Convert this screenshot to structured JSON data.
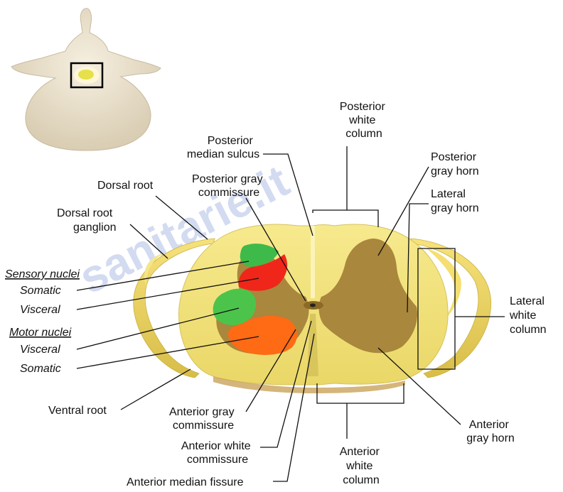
{
  "watermark": "sanitarie.it",
  "colors": {
    "white_matter": "#f2e27a",
    "gray_matter": "#a8853c",
    "somatic_sensory": "#3dba4a",
    "visceral_sensory": "#f0261a",
    "visceral_motor": "#4cc44c",
    "somatic_motor": "#ff6a14",
    "vertebra": "#efe4cf"
  },
  "labels": {
    "posterior_white_column": [
      "Posterior",
      "white",
      "column"
    ],
    "posterior_median_sulcus": [
      "Posterior",
      "median sulcus"
    ],
    "posterior_gray_commissure": [
      "Posterior gray",
      "commissure"
    ],
    "posterior_gray_horn": [
      "Posterior",
      "gray horn"
    ],
    "lateral_gray_horn": [
      "Lateral",
      "gray horn"
    ],
    "dorsal_root": "Dorsal root",
    "dorsal_root_ganglion": [
      "Dorsal root",
      "ganglion"
    ],
    "sensory_nuclei": "Sensory nuclei",
    "sensory_somatic": "Somatic",
    "sensory_visceral": "Visceral",
    "motor_nuclei": "Motor nuclei",
    "motor_visceral": "Visceral",
    "motor_somatic": "Somatic",
    "ventral_root": "Ventral root",
    "lateral_white_column": [
      "Lateral",
      "white",
      "column"
    ],
    "anterior_gray_commissure": [
      "Anterior gray",
      "commissure"
    ],
    "anterior_white_commissure": [
      "Anterior white",
      "commissure"
    ],
    "anterior_median_fissure": "Anterior median fissure",
    "anterior_gray_horn": [
      "Anterior",
      "gray horn"
    ],
    "anterior_white_column": [
      "Anterior",
      "white",
      "column"
    ]
  }
}
